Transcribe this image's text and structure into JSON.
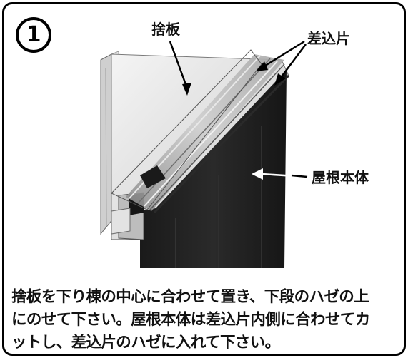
{
  "figure": {
    "step_number": "1",
    "labels": {
      "suteita": "捨板",
      "sashikomi": "差込片",
      "yane_hontai": "屋根本体"
    },
    "instruction_lines": [
      "捨板を下り棟の中心に合わせて置き、下段のハゼの上",
      "にのせて下さい。屋根本体は差込片内側に合わせてカ",
      "ットし、差込片のハゼに入れて下さい。"
    ]
  }
}
